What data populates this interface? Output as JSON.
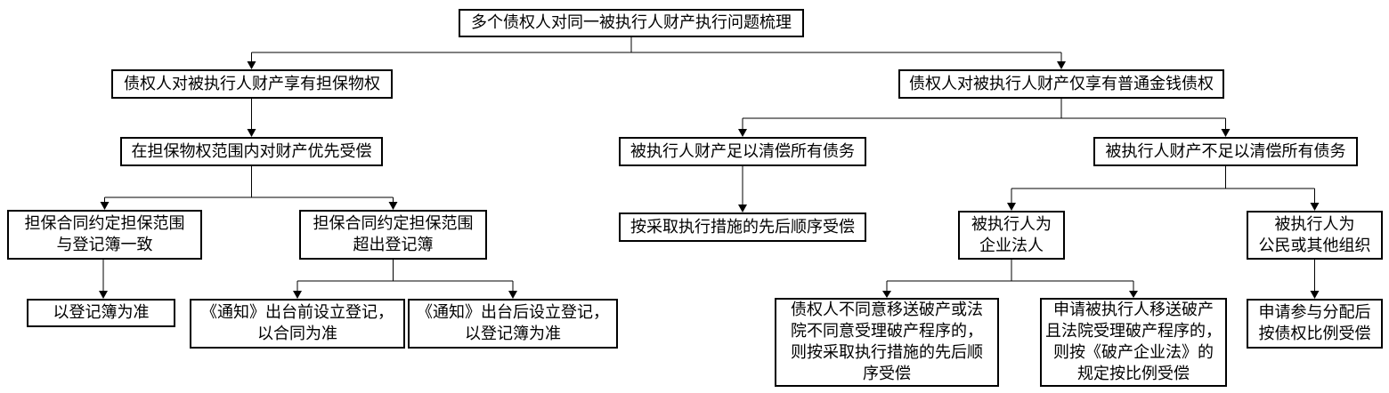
{
  "diagram": {
    "kind": "flowchart",
    "background_color": "#ffffff",
    "line_color": "#000000",
    "text_color": "#000000"
  },
  "nodes": {
    "root": {
      "lines": [
        "多个债权人对同一被执行人财产执行问题梳理"
      ]
    },
    "l1": {
      "lines": [
        "债权人对被执行人财产享有担保物权"
      ]
    },
    "r1": {
      "lines": [
        "债权人对被执行人财产仅享有普通金钱债权"
      ]
    },
    "l2": {
      "lines": [
        "在担保物权范围内对财产优先受偿"
      ]
    },
    "r2a": {
      "lines": [
        "被执行人财产足以清偿所有债务"
      ]
    },
    "r2b": {
      "lines": [
        "被执行人财产不足以清偿所有债务"
      ]
    },
    "l3a": {
      "lines": [
        "担保合同约定担保范围",
        "与登记簿一致"
      ]
    },
    "l3b": {
      "lines": [
        "担保合同约定担保范围",
        "超出登记簿"
      ]
    },
    "r3a": {
      "lines": [
        "按采取执行措施的先后顺序受偿"
      ]
    },
    "r3b": {
      "lines": [
        "被执行人为",
        "企业法人"
      ]
    },
    "r3c": {
      "lines": [
        "被执行人为",
        "公民或其他组织"
      ]
    },
    "l4a": {
      "lines": [
        "以登记簿为准"
      ]
    },
    "l4b": {
      "lines": [
        "《通知》出台前设立登记，",
        "以合同为准"
      ]
    },
    "l4c": {
      "lines": [
        "《通知》出台后设立登记，",
        "以登记簿为准"
      ]
    },
    "r4a": {
      "lines": [
        "债权人不同意移送破产或法",
        "院不同意受理破产程序的，",
        "则按采取执行措施的先后顺",
        "序受偿"
      ]
    },
    "r4b": {
      "lines": [
        "申请被执行人移送破产",
        "且法院受理破产程序的，",
        "则按《破产企业法》的",
        "规定按比例受偿"
      ]
    },
    "r4c": {
      "lines": [
        "申请参与分配后",
        "按债权比例受偿"
      ]
    }
  },
  "edges": [
    {
      "from": "root",
      "to": "l1"
    },
    {
      "from": "root",
      "to": "r1"
    },
    {
      "from": "l1",
      "to": "l2"
    },
    {
      "from": "l2",
      "to": "l3a"
    },
    {
      "from": "l2",
      "to": "l3b"
    },
    {
      "from": "l3a",
      "to": "l4a"
    },
    {
      "from": "l3b",
      "to": "l4b"
    },
    {
      "from": "l3b",
      "to": "l4c"
    },
    {
      "from": "r1",
      "to": "r2a"
    },
    {
      "from": "r1",
      "to": "r2b"
    },
    {
      "from": "r2a",
      "to": "r3a"
    },
    {
      "from": "r2b",
      "to": "r3b"
    },
    {
      "from": "r2b",
      "to": "r3c"
    },
    {
      "from": "r3b",
      "to": "r4a"
    },
    {
      "from": "r3b",
      "to": "r4b"
    },
    {
      "from": "r3c",
      "to": "r4c"
    }
  ]
}
